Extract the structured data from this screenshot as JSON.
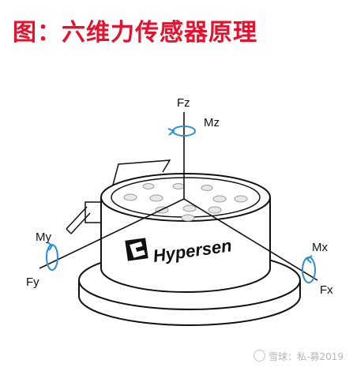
{
  "header": {
    "title": "图：六维力传感器原理"
  },
  "diagram": {
    "labels": {
      "fz": "Fz",
      "mz": "Mz",
      "my": "My",
      "fy": "Fy",
      "mx": "Mx",
      "fx": "Fx"
    },
    "brand": "Hypersen",
    "colors": {
      "title": "#e8112d",
      "arrow": "#2a8fd4",
      "line": "#111111"
    },
    "icons": [
      "rotation-arrow-icon",
      "hypersen-logo-icon",
      "snowball-logo-icon"
    ]
  },
  "watermark": {
    "text": "雪球：私-募2019"
  }
}
